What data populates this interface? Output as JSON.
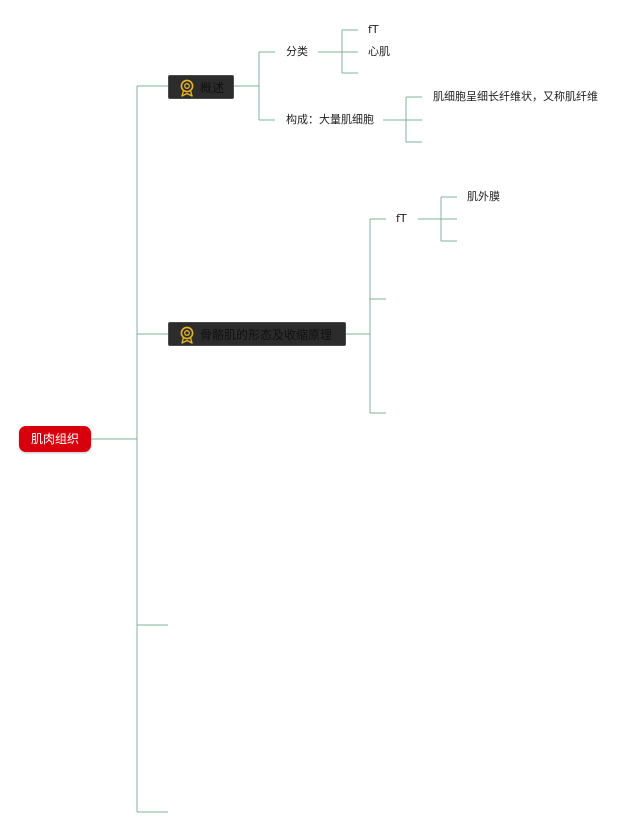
{
  "root": {
    "label": "肌肉组织"
  },
  "branches": [
    {
      "label": "概述",
      "children": [
        {
          "label": "分类",
          "children": [
            "fT",
            "心肌"
          ]
        },
        {
          "label": "构成：大量肌细胞",
          "children": [
            "肌细胞呈细长纤维状，又称肌纤维"
          ]
        }
      ]
    },
    {
      "label": "骨骼肌的形态及收缩原理",
      "children": [
        {
          "label": "fT",
          "children": [
            "肌外膜"
          ]
        }
      ]
    }
  ],
  "colors": {
    "root_fill": "#d9000d",
    "branch_fill": "#2c2c2c",
    "badge": "#e6b422",
    "connector": "#7fb39a"
  },
  "icons": {
    "branch_badge": "award-badge-icon"
  }
}
